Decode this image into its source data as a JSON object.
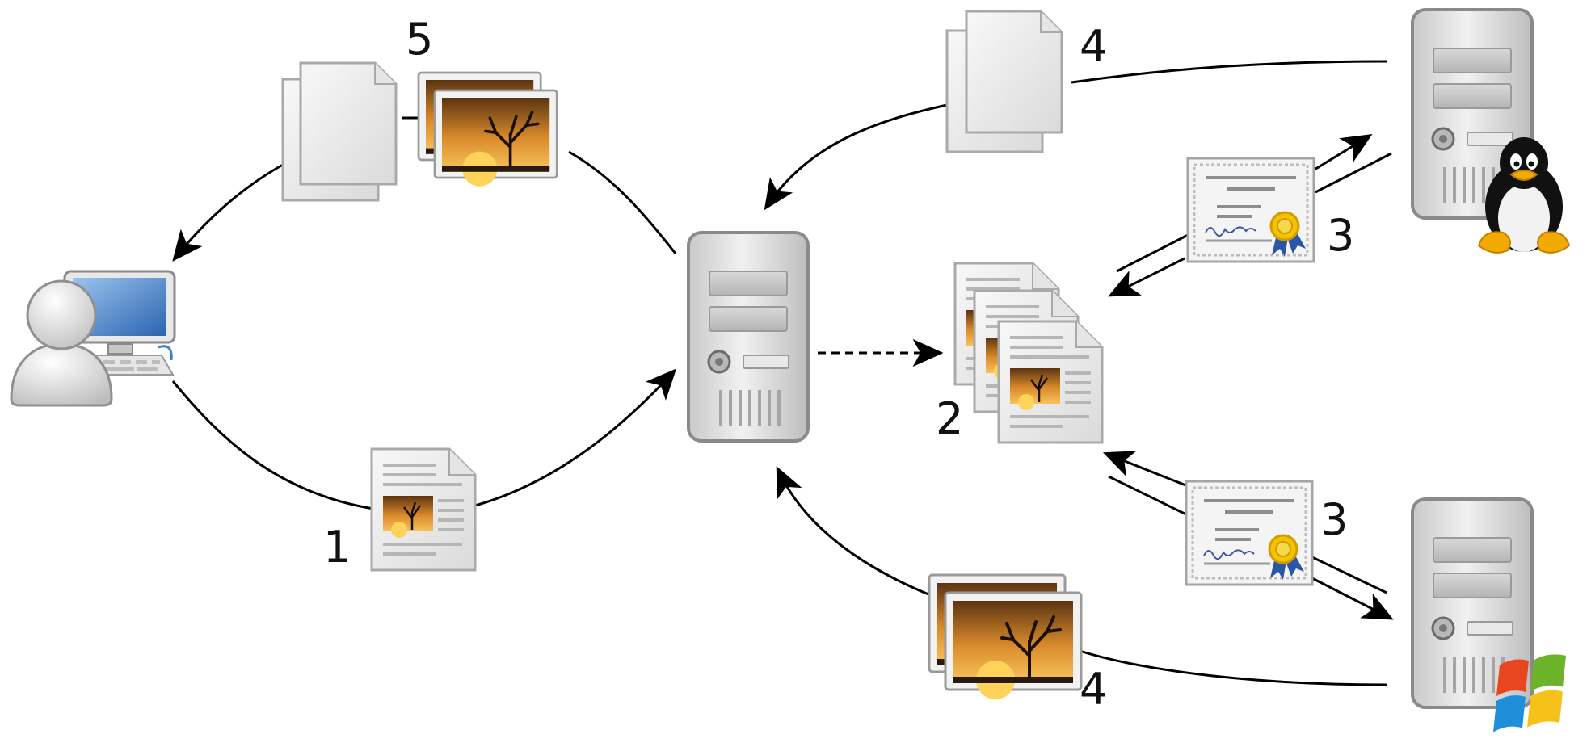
{
  "diagram": {
    "steps": {
      "one": "1",
      "two": "2",
      "three_top": "3",
      "three_bottom": "3",
      "four_top": "4",
      "four_bottom": "4",
      "five": "5"
    },
    "nodes": {
      "user": "user-computer-icon",
      "central_server": "server-icon",
      "linux_server": "linux-server-icon",
      "windows_server": "windows-server-icon",
      "document_in": "document-with-image-icon",
      "document_set": "document-stack-icon",
      "certificate_top": "certificate-icon",
      "certificate_bottom": "certificate-icon",
      "files_top": "file-stack-icon",
      "images_bottom": "image-stack-icon",
      "result_files": "file-stack-icon",
      "result_images": "image-stack-icon"
    },
    "colors": {
      "line": "#000000",
      "server_body": "#d8d8d8",
      "monitor_screen": "#3d7fc7",
      "sunset_top": "#a05a14",
      "sunset_bottom": "#f5b74a",
      "seal_gold": "#f2c400",
      "ribbon_blue": "#2a56a8"
    }
  }
}
